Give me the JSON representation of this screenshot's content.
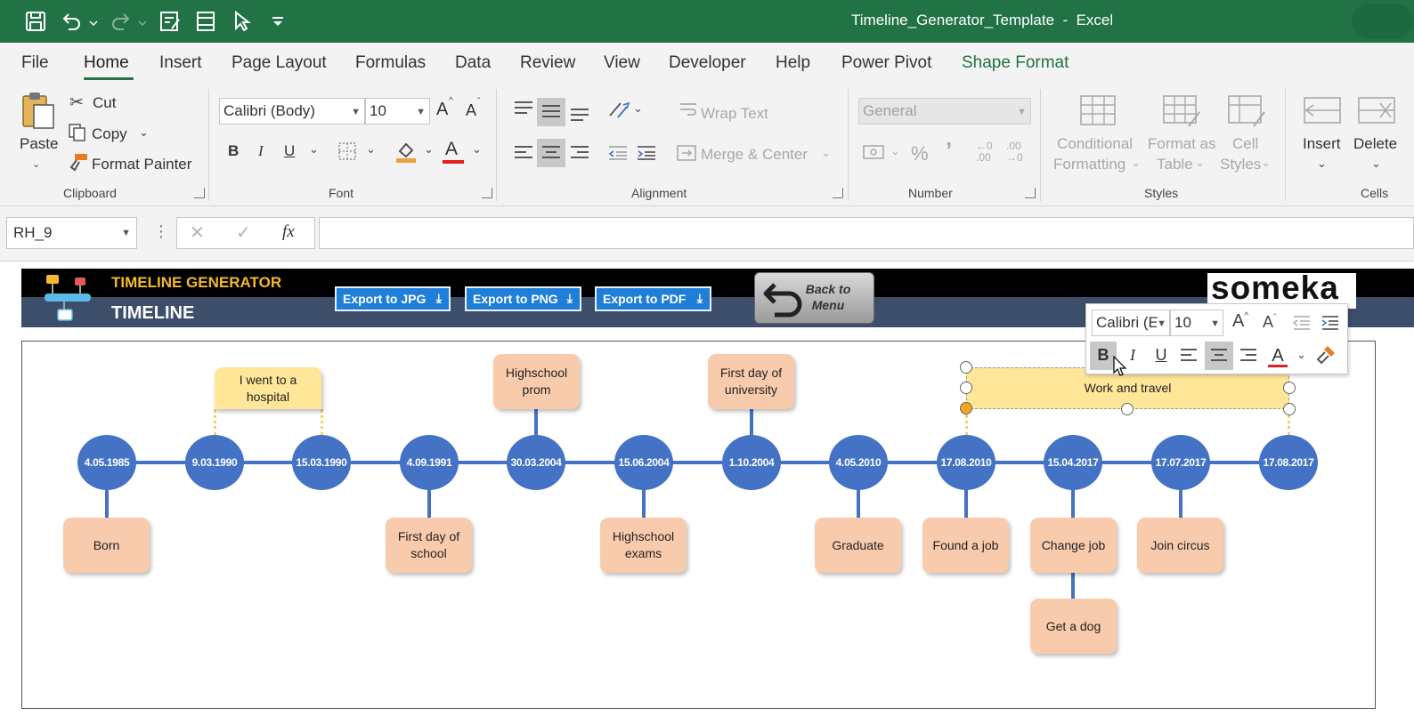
{
  "window": {
    "title": "Timeline_Generator_Template  -  Excel"
  },
  "tabs": [
    {
      "label": "File"
    },
    {
      "label": "Home"
    },
    {
      "label": "Insert"
    },
    {
      "label": "Page Layout"
    },
    {
      "label": "Formulas"
    },
    {
      "label": "Data"
    },
    {
      "label": "Review"
    },
    {
      "label": "View"
    },
    {
      "label": "Developer"
    },
    {
      "label": "Help"
    },
    {
      "label": "Power Pivot"
    },
    {
      "label": "Shape Format"
    }
  ],
  "active_tab": "Home",
  "contextual_tab_color": "#217346",
  "ribbon": {
    "clipboard": {
      "paste": "Paste",
      "cut": "Cut",
      "copy": "Copy",
      "format_painter": "Format Painter",
      "label": "Clipboard"
    },
    "font": {
      "font_name": "Calibri (Body)",
      "font_size": "10",
      "bold": "B",
      "italic": "I",
      "underline": "U",
      "font_color_glyph": "A",
      "grow": "A",
      "shrink": "A",
      "label": "Font"
    },
    "alignment": {
      "wrap_text": "Wrap Text",
      "merge_center": "Merge & Center",
      "label": "Alignment"
    },
    "number": {
      "format": "General",
      "percent": "%",
      "comma": "’",
      "label": "Number"
    },
    "styles": {
      "conditional_formatting_line1": "Conditional",
      "conditional_formatting_line2": "Formatting",
      "format_as_table_line1": "Format as",
      "format_as_table_line2": "Table",
      "cell_styles_line1": "Cell",
      "cell_styles_line2": "Styles",
      "label": "Styles"
    },
    "cells": {
      "insert": "Insert",
      "delete": "Delete",
      "label": "Cells"
    }
  },
  "formula_bar": {
    "name_box": "RH_9",
    "fx": "fx",
    "formula": ""
  },
  "sheet": {
    "banner": {
      "subtitle": "TIMELINE GENERATOR",
      "title": "TIMELINE",
      "export_jpg": "Export to JPG",
      "export_png": "Export to PNG",
      "export_pdf": "Export to PDF",
      "back_line1": "Back to",
      "back_line2": "Menu",
      "logo": "someka"
    },
    "timeline": {
      "dates": [
        "4.05.1985",
        "9.03.1990",
        "15.03.1990",
        "4.09.1991",
        "30.03.2004",
        "15.06.2004",
        "1.10.2004",
        "4.05.2010",
        "17.08.2010",
        "15.04.2017",
        "17.07.2017",
        "17.08.2017"
      ],
      "events_above": [
        {
          "text": "I went to a hospital"
        },
        {
          "text": "Highschool prom"
        },
        {
          "text": "First day of university"
        },
        {
          "text": "Work and travel"
        }
      ],
      "events_below": [
        {
          "text": "Born"
        },
        {
          "text": "First day of school"
        },
        {
          "text": "Highschool exams"
        },
        {
          "text": "Graduate"
        },
        {
          "text": "Found a job"
        },
        {
          "text": "Change job"
        },
        {
          "text": "Get a dog"
        },
        {
          "text": "Join circus"
        }
      ],
      "node_color": "#4472c4",
      "card_color": "#f8cbad",
      "highlight_card_color": "#ffe699"
    }
  },
  "mini_toolbar": {
    "font_name": "Calibri (E",
    "font_size": "10",
    "bold": "B",
    "italic": "I",
    "underline": "U",
    "font_color_glyph": "A"
  }
}
